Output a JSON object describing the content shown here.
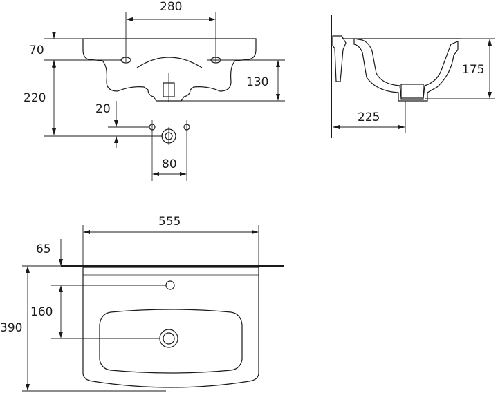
{
  "dimensions": {
    "front_hole_spacing": "280",
    "front_rim_height": "70",
    "front_total_height": "220",
    "front_bowl_depth": "130",
    "front_tap_offset": "20",
    "front_drain_spacing": "80",
    "side_depth": "175",
    "side_width": "225",
    "top_width": "555",
    "top_rim": "65",
    "top_drain_offset": "160",
    "top_depth": "390"
  }
}
